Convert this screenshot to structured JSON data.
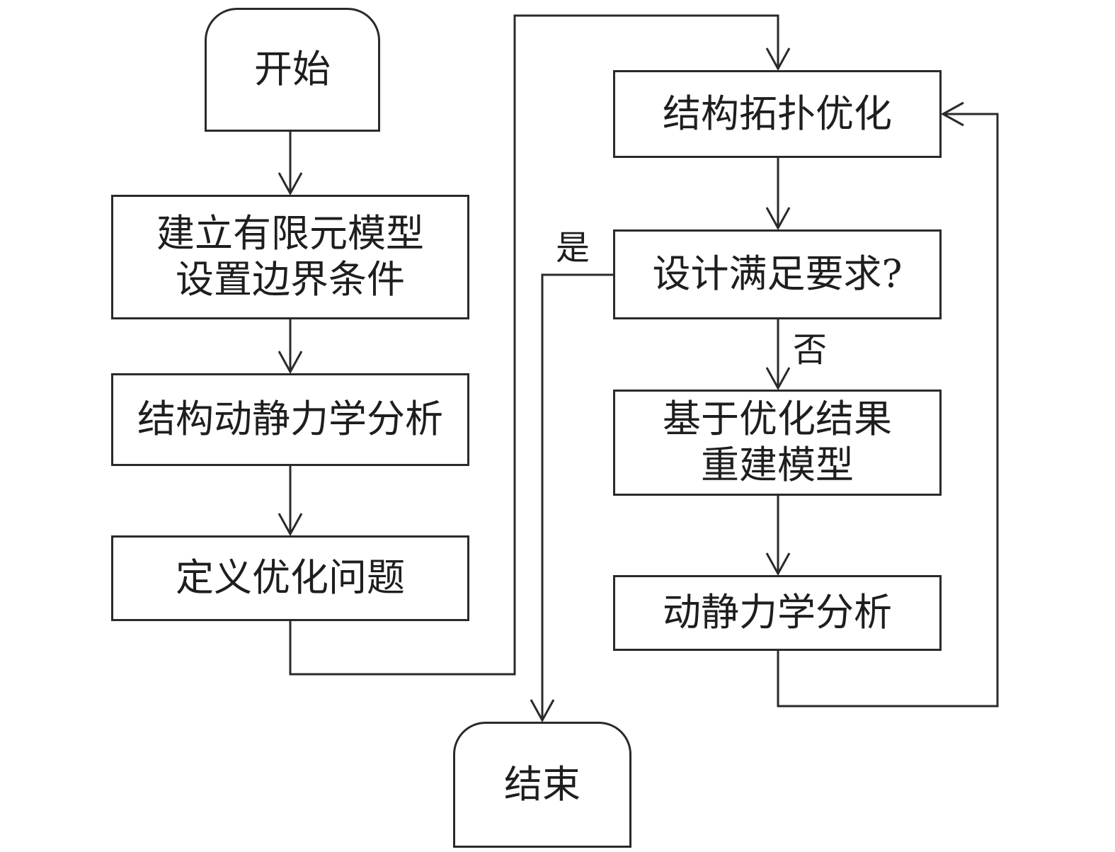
{
  "nodes": {
    "start": "开始",
    "build_model": [
      "建立有限元模型",
      "设置边界条件"
    ],
    "structural_analysis": "结构动静力学分析",
    "define_problem": "定义优化问题",
    "topology_optimization": "结构拓扑优化",
    "requirement_check": "设计满足要求?",
    "rebuild_model": [
      "基于优化结果",
      "重建模型"
    ],
    "dynamic_static_analysis": "动静力学分析",
    "end": "结束"
  },
  "edge_labels": {
    "yes": "是",
    "no": "否"
  }
}
